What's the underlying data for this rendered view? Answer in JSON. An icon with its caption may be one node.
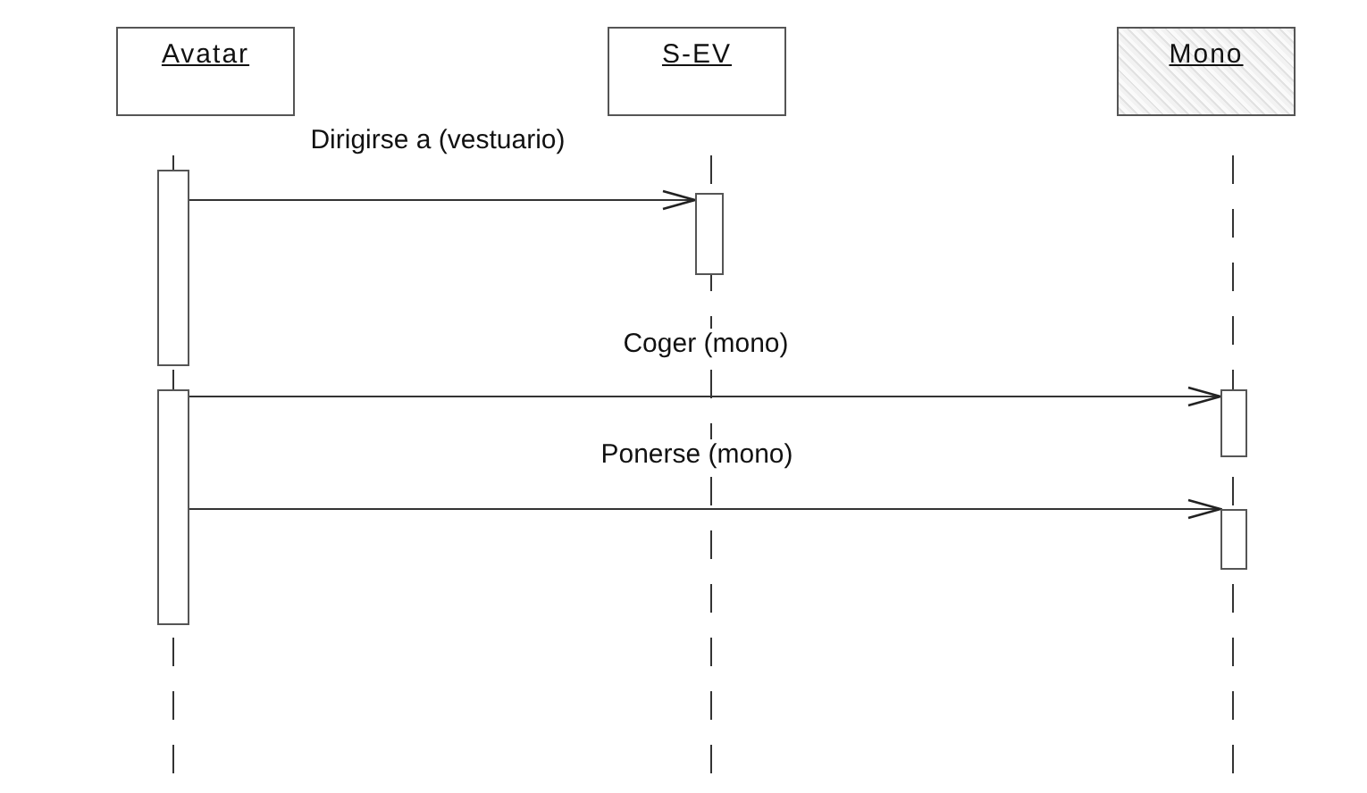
{
  "diagram": {
    "nodes": [
      {
        "text": [
          "Avatar"
        ]
      },
      {
        "text": [
          "S-EV"
        ]
      },
      {
        "text": [
          "Mono"
        ]
      },
      {
        "text": [],
        "shape": "bar"
      },
      {
        "text": [],
        "shape": "bar"
      },
      {
        "text": [],
        "shape": "bar"
      },
      {
        "text": [],
        "shape": "bar"
      },
      {
        "text": [],
        "shape": "bar"
      }
    ],
    "edges": [
      {
        "from": 3,
        "to": 5,
        "arrow": "to",
        "label": "Dirigirse a (vestuario)"
      },
      {
        "from": 4,
        "to": 6,
        "arrow": "to",
        "label": "Coger (mono)"
      },
      {
        "from": 4,
        "to": 7,
        "arrow": "to",
        "label": "Ponerse (mono)"
      }
    ]
  }
}
